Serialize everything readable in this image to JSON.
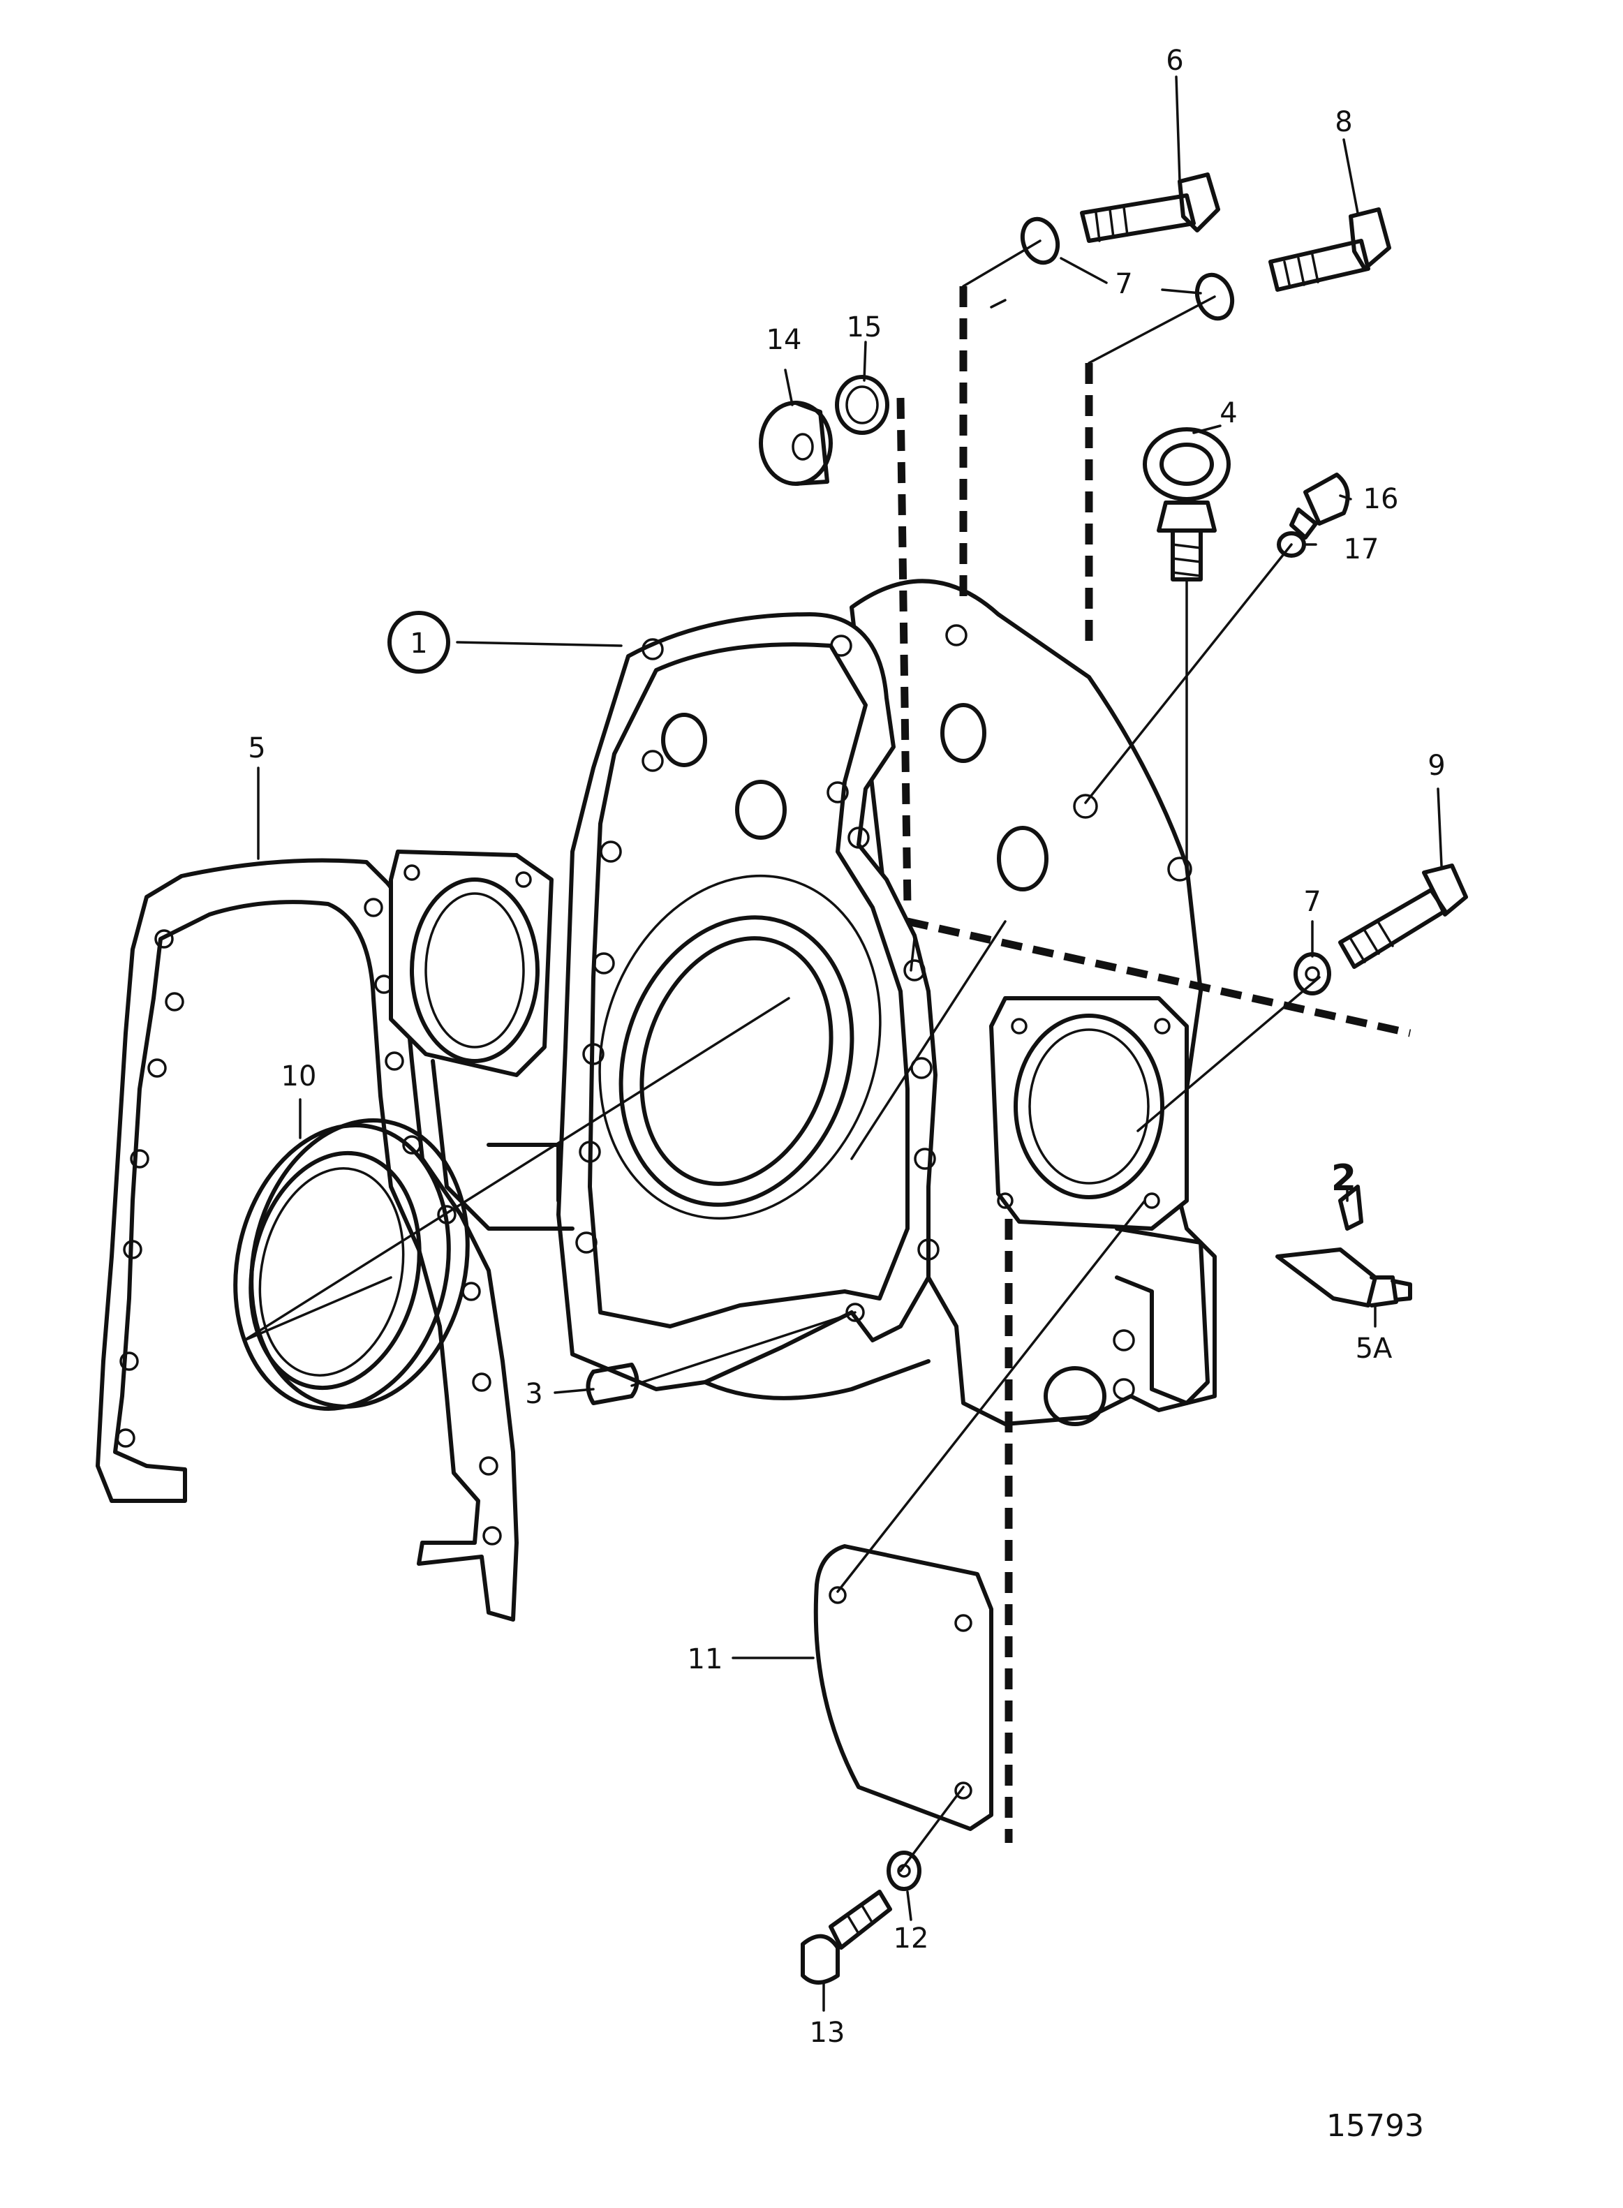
{
  "callouts": {
    "c1": "1",
    "c2": "2",
    "c3": "3",
    "c4": "4",
    "c5": "5",
    "c5a": "5A",
    "c6": "6",
    "c7a": "7",
    "c7b": "7",
    "c8": "8",
    "c9": "9",
    "c10": "10",
    "c11": "11",
    "c12": "12",
    "c13": "13",
    "c14": "14",
    "c15": "15",
    "c16": "16",
    "c17": "17"
  },
  "figure_number": "15793"
}
